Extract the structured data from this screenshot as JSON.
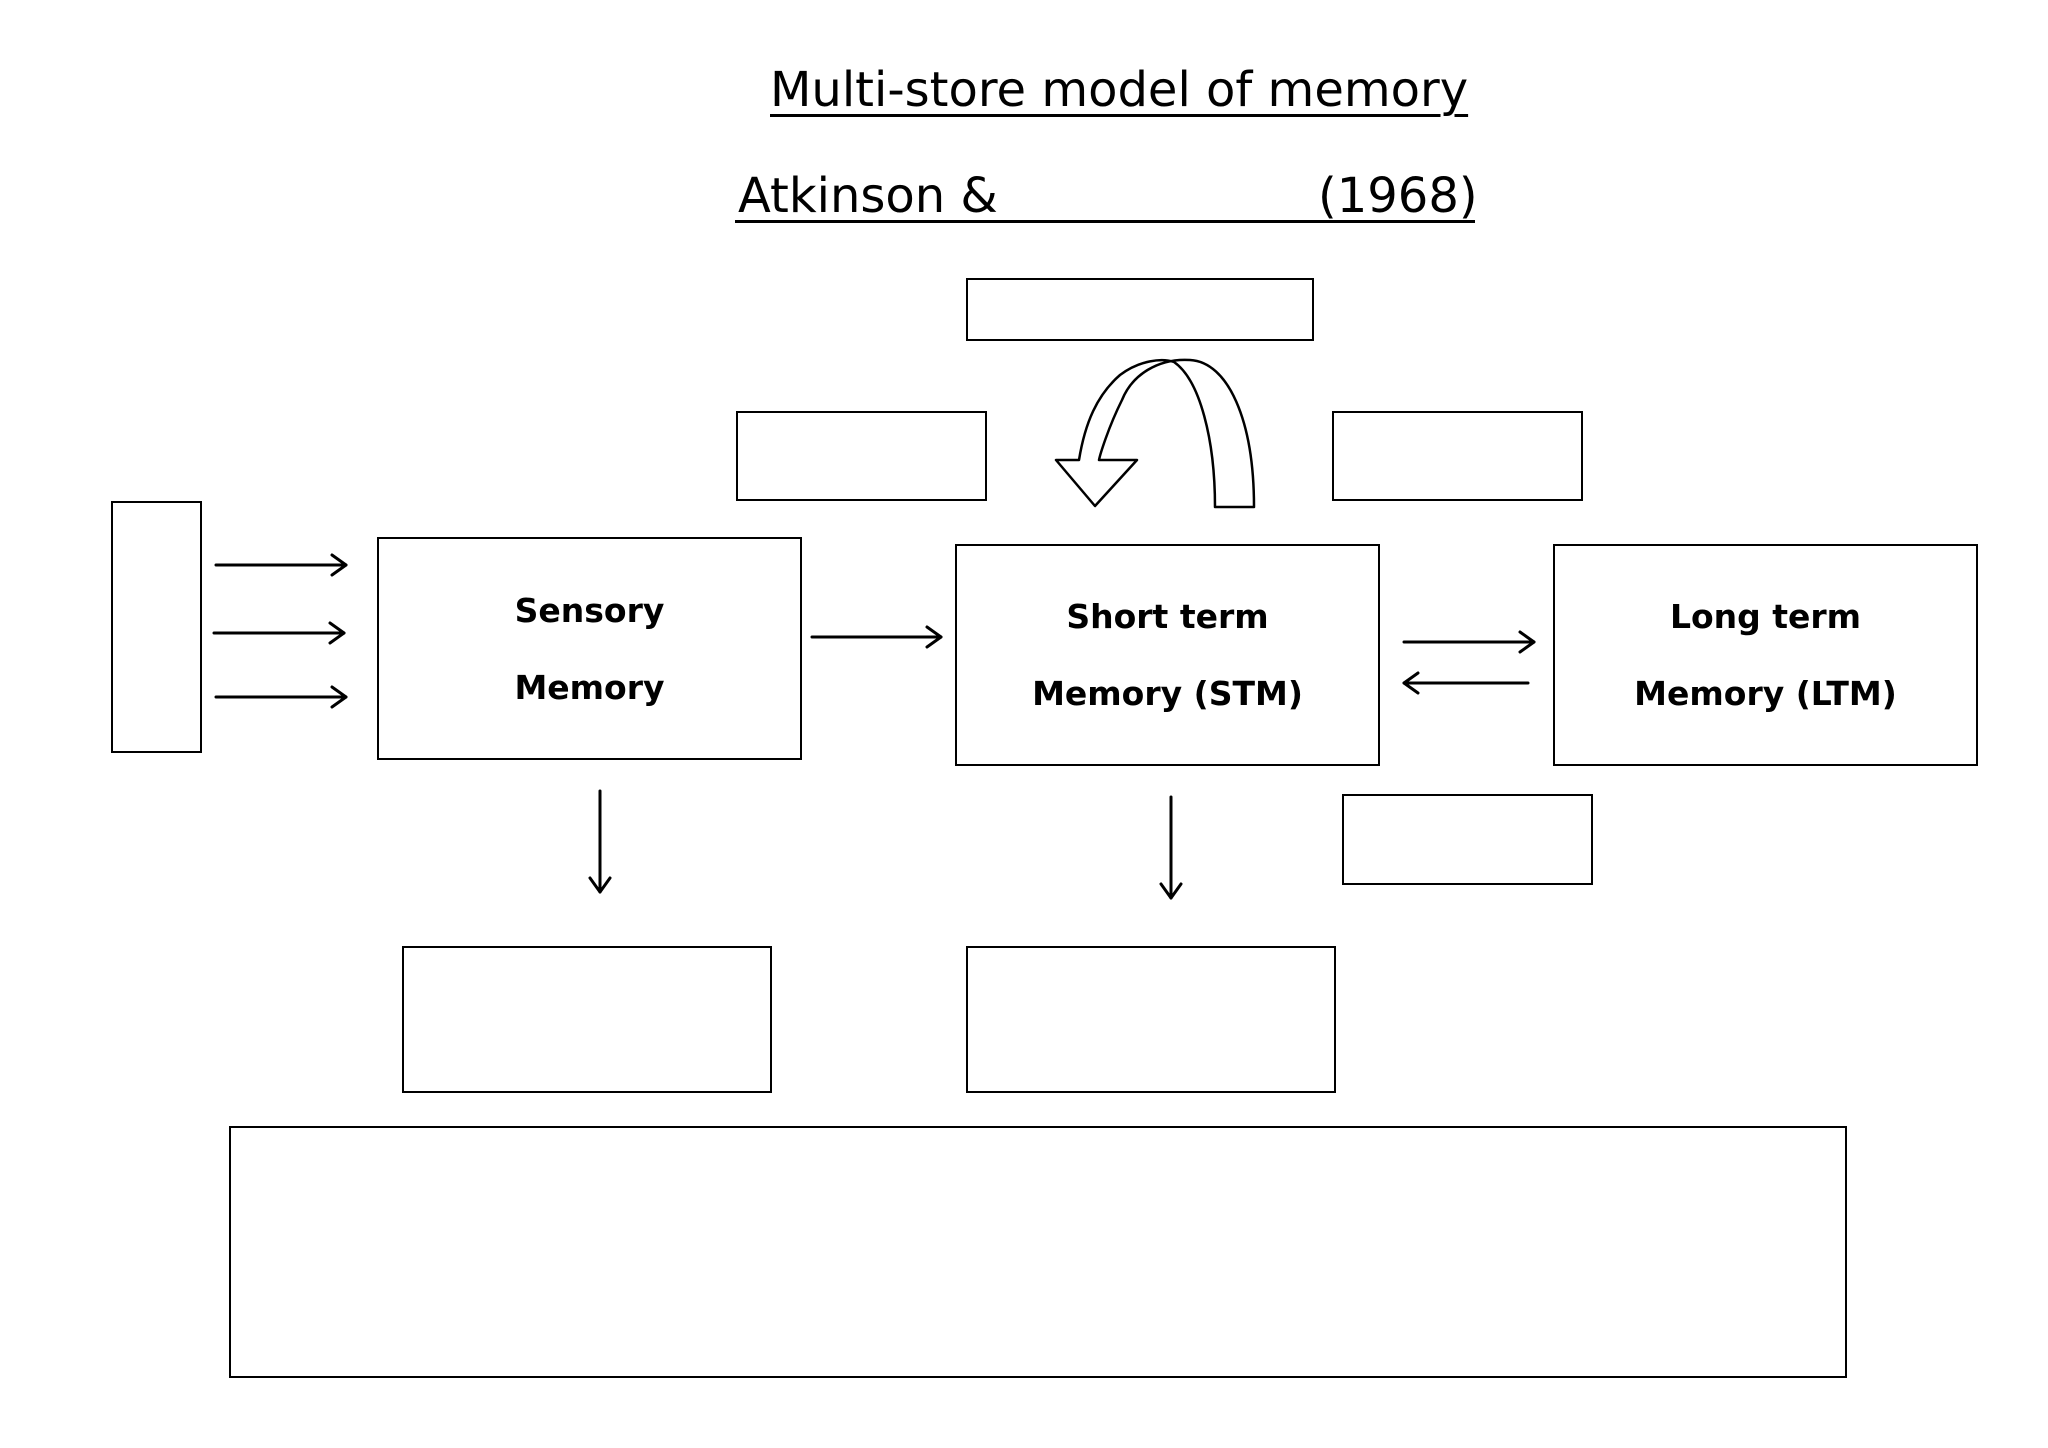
{
  "title": "Multi-store model of memory",
  "subtitle": {
    "prefix": "Atkinson &",
    "year": "(1968)"
  },
  "stores": {
    "sensory": {
      "line1": "Sensory",
      "line2": "Memory"
    },
    "stm": {
      "line1": "Short term",
      "line2": "Memory (STM)"
    },
    "ltm": {
      "line1": "Long term",
      "line2": "Memory (LTM)"
    }
  },
  "colors": {
    "line": "#000000",
    "background": "#ffffff"
  }
}
